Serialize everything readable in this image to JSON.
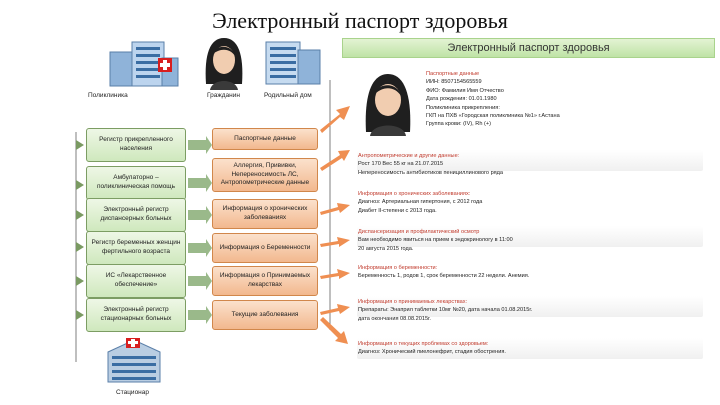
{
  "title": "Электронный паспорт здоровья",
  "banner": "Электронный паспорт здоровья",
  "top_icons": {
    "clinic": "Поликлиника",
    "citizen": "Гражданин",
    "maternity": "Родильный дом",
    "hospital": "Стационар"
  },
  "left_boxes": [
    "Регистр прикрепленного населения",
    "Амбулаторно – поликлиническая помощь",
    "Электронный регистр диспансерных больных",
    "Регистр беременных женщин фертильного возраста",
    "ИС «Лекарственное обеспечение»",
    "Электронный регистр стационарных больных"
  ],
  "middle_boxes": [
    "Паспортные данные",
    "Аллергия, Прививки, Непереносимость ЛС, Антропометрические данные",
    "Информация о хронических заболеваниях",
    "Информация о Беременности",
    "Информация о Принимаемых лекарствах",
    "Текущие заболевания"
  ],
  "passport": {
    "heading": "Паспортные данные",
    "lines": [
      "ИИН: 8507154565559",
      "ФИО: Фамилия Имя Отчество",
      "Дата рождения: 01.01.1980",
      "Поликлиника прикрепления:",
      "ГКП на ПХВ «Городская поликлиника №1» г.Астана",
      "Группа крови: (IV), Rh (+)"
    ]
  },
  "info_sections": [
    {
      "heading": "Антропометрические и другие данные:",
      "lines": [
        "Рост 170 Вес 55 кг на 21.07.2015",
        "Непереносимость антибиотиков пенициллинового ряда"
      ]
    },
    {
      "heading": "Информация о хронических заболеваниях:",
      "lines": [
        "Диагноз: Артериальная гипертония, с 2012 года",
        "Диабет II-степени с 2013 года."
      ]
    },
    {
      "heading": "Диспансеризация и профилактический осмотр",
      "lines": [
        "Вам необходимо явиться на прием к эндокринологу в 11:00",
        "20 августа 2015 года."
      ]
    },
    {
      "heading": "Информация о беременности:",
      "lines": [
        "Беременность 1, родов 1, срок беременности 22 недели. Анемия."
      ]
    },
    {
      "heading": "Информация о принимаемых лекарствах:",
      "lines": [
        "Препараты: Энаприл таблетки 10мг №20, дата начала 01.08.2015г.",
        "дата окончания 08.08.2015г."
      ]
    },
    {
      "heading": "Информация о текущих проблемах со здоровьем:",
      "lines": [
        "Диагноз: Хронический пиелонефрит, стадия обострения."
      ]
    }
  ]
}
